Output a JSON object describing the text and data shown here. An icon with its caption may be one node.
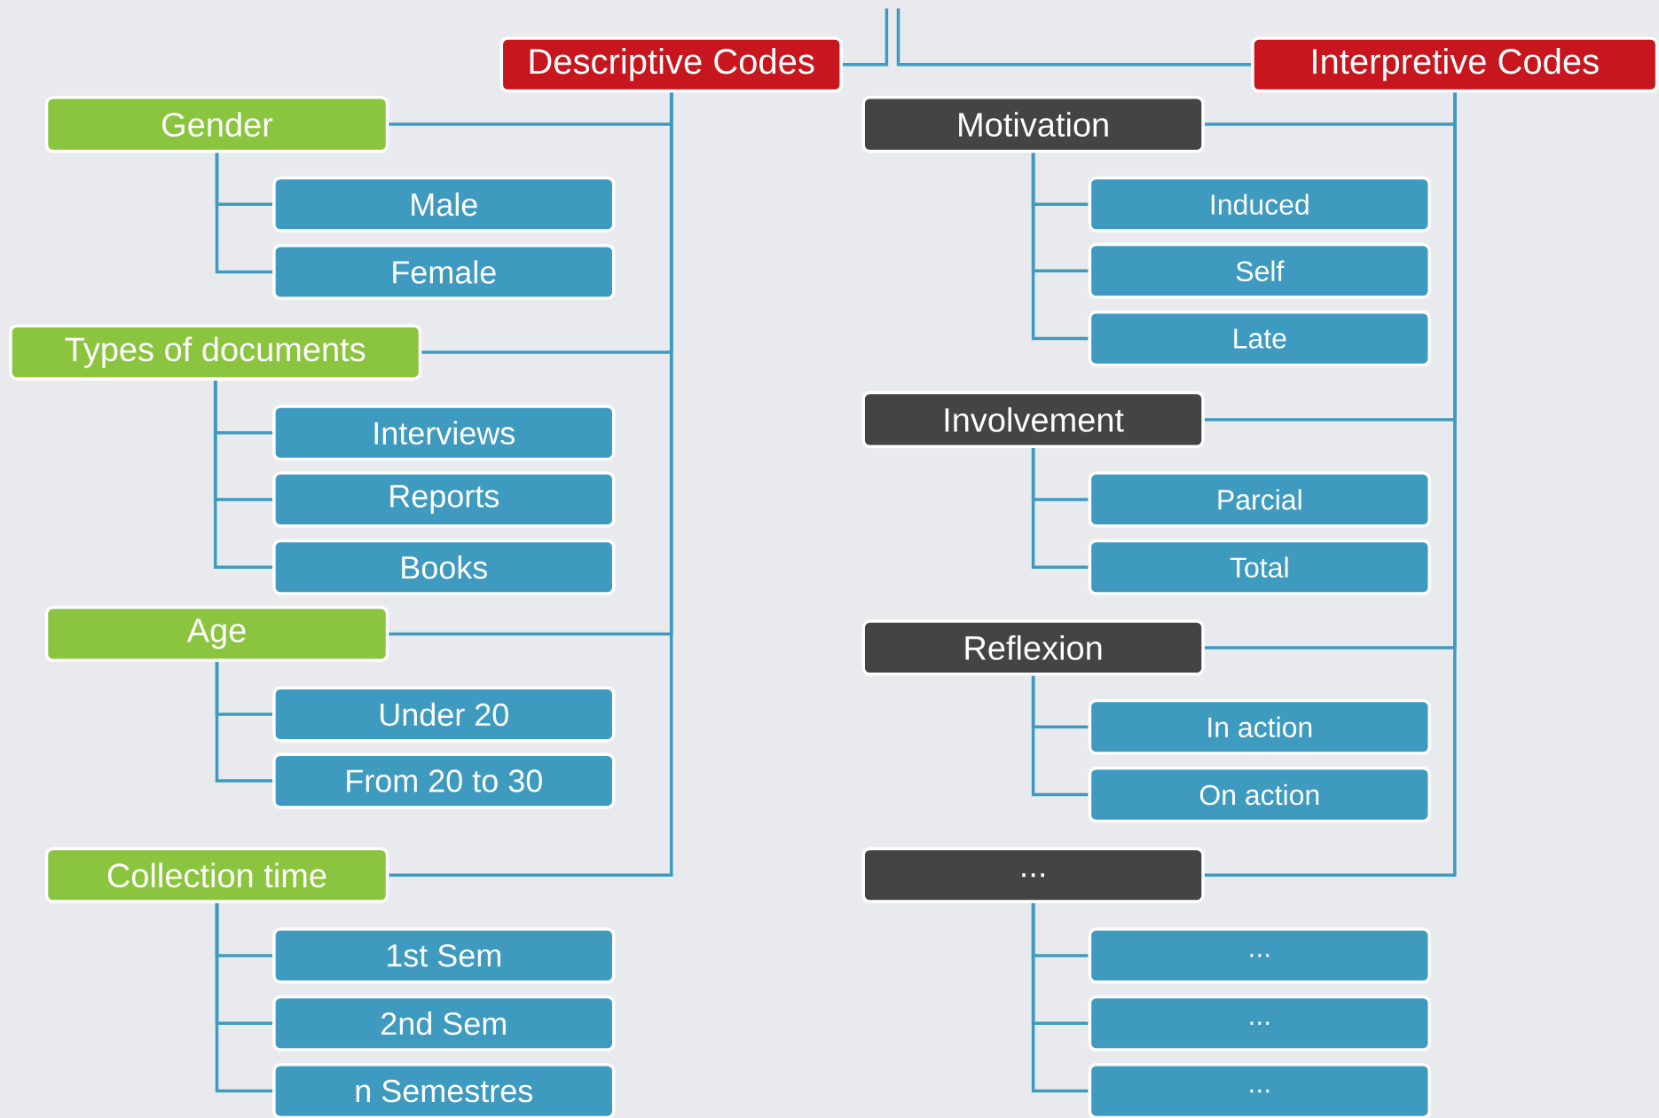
{
  "diagram": {
    "nodes": [
      {
        "text": [
          "Descriptive Codes"
        ]
      },
      {
        "text": [
          "Interpretive Codes"
        ]
      },
      {
        "text": [
          "Gender"
        ]
      },
      {
        "text": [
          "Male"
        ]
      },
      {
        "text": [
          "Female"
        ]
      },
      {
        "text": [
          "Types of documents"
        ]
      },
      {
        "text": [
          "Interviews"
        ]
      },
      {
        "text": [
          "Reports"
        ]
      },
      {
        "text": [
          "Books"
        ]
      },
      {
        "text": [
          "Age"
        ]
      },
      {
        "text": [
          "Under 20"
        ]
      },
      {
        "text": [
          "From 20 to 30"
        ]
      },
      {
        "text": [
          "Collection time"
        ]
      },
      {
        "text": [
          "1st Sem"
        ]
      },
      {
        "text": [
          "2nd Sem"
        ]
      },
      {
        "text": [
          "n Semestres"
        ]
      },
      {
        "text": [
          "Motivation"
        ]
      },
      {
        "text": [
          "Induced"
        ]
      },
      {
        "text": [
          "Self"
        ]
      },
      {
        "text": [
          "Late"
        ]
      },
      {
        "text": [
          "Involvement"
        ]
      },
      {
        "text": [
          "Parcial"
        ]
      },
      {
        "text": [
          "Total"
        ]
      },
      {
        "text": [
          "Reflexion"
        ]
      },
      {
        "text": [
          "In action"
        ]
      },
      {
        "text": [
          "On action"
        ]
      },
      {
        "text": [
          "..."
        ]
      },
      {
        "text": [
          "..."
        ]
      },
      {
        "text": [
          "..."
        ]
      },
      {
        "text": [
          "..."
        ]
      }
    ],
    "edges": [
      {
        "from": null,
        "to": 0,
        "arrow": "none"
      },
      {
        "from": null,
        "to": 1,
        "arrow": "none"
      },
      {
        "from": 0,
        "to": 2,
        "arrow": "none"
      },
      {
        "from": 0,
        "to": 5,
        "arrow": "none"
      },
      {
        "from": 0,
        "to": 9,
        "arrow": "none"
      },
      {
        "from": 0,
        "to": 12,
        "arrow": "none"
      },
      {
        "from": 2,
        "to": 3,
        "arrow": "none"
      },
      {
        "from": 2,
        "to": 4,
        "arrow": "none"
      },
      {
        "from": 5,
        "to": 6,
        "arrow": "none"
      },
      {
        "from": 5,
        "to": 7,
        "arrow": "none"
      },
      {
        "from": 5,
        "to": 8,
        "arrow": "none"
      },
      {
        "from": 9,
        "to": 10,
        "arrow": "none"
      },
      {
        "from": 9,
        "to": 11,
        "arrow": "none"
      },
      {
        "from": 12,
        "to": 13,
        "arrow": "none"
      },
      {
        "from": 12,
        "to": 14,
        "arrow": "none"
      },
      {
        "from": 12,
        "to": 15,
        "arrow": "none"
      },
      {
        "from": 1,
        "to": 16,
        "arrow": "none"
      },
      {
        "from": 1,
        "to": 20,
        "arrow": "none"
      },
      {
        "from": 1,
        "to": 23,
        "arrow": "none"
      },
      {
        "from": 1,
        "to": 26,
        "arrow": "none"
      },
      {
        "from": 16,
        "to": 17,
        "arrow": "none"
      },
      {
        "from": 16,
        "to": 18,
        "arrow": "none"
      },
      {
        "from": 16,
        "to": 19,
        "arrow": "none"
      },
      {
        "from": 20,
        "to": 21,
        "arrow": "none"
      },
      {
        "from": 20,
        "to": 22,
        "arrow": "none"
      },
      {
        "from": 23,
        "to": 24,
        "arrow": "none"
      },
      {
        "from": 23,
        "to": 25,
        "arrow": "none"
      },
      {
        "from": 26,
        "to": 27,
        "arrow": "none"
      },
      {
        "from": 26,
        "to": 28,
        "arrow": "none"
      },
      {
        "from": 26,
        "to": 29,
        "arrow": "none"
      }
    ]
  }
}
